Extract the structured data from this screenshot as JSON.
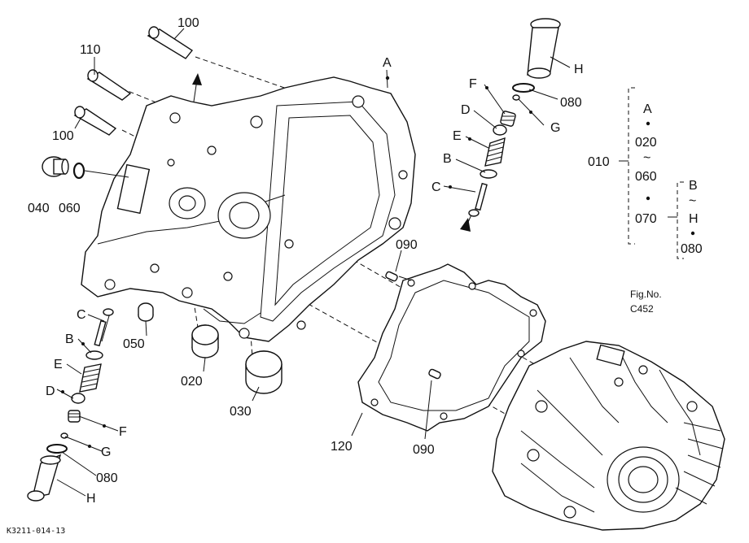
{
  "drawing": {
    "code": "K3211-014-13",
    "fig_no_label": "Fig.No.",
    "fig_no_value": "C452"
  },
  "callouts": {
    "c100_top": "100",
    "c110": "110",
    "c100_left": "100",
    "c040": "040",
    "c060": "060",
    "cA_top": "A",
    "c050": "050",
    "c020": "020",
    "c030": "030",
    "c090_top": "090",
    "c090_bottom": "090",
    "c120": "120",
    "left_C": "C",
    "left_B": "B",
    "left_E": "E",
    "left_D": "D",
    "left_F": "F",
    "left_G": "G",
    "left_080": "080",
    "left_H": "H",
    "top_H": "H",
    "top_080": "080",
    "top_F": "F",
    "top_D": "D",
    "top_G": "G",
    "top_E": "E",
    "top_B": "B",
    "top_C": "C"
  },
  "legend": {
    "set_010": "010",
    "a": "A",
    "from_020": "020",
    "tilde1": "~",
    "to_060": "060",
    "s070": "070",
    "b": "B",
    "tilde2": "~",
    "h": "H",
    "s080": "080"
  }
}
